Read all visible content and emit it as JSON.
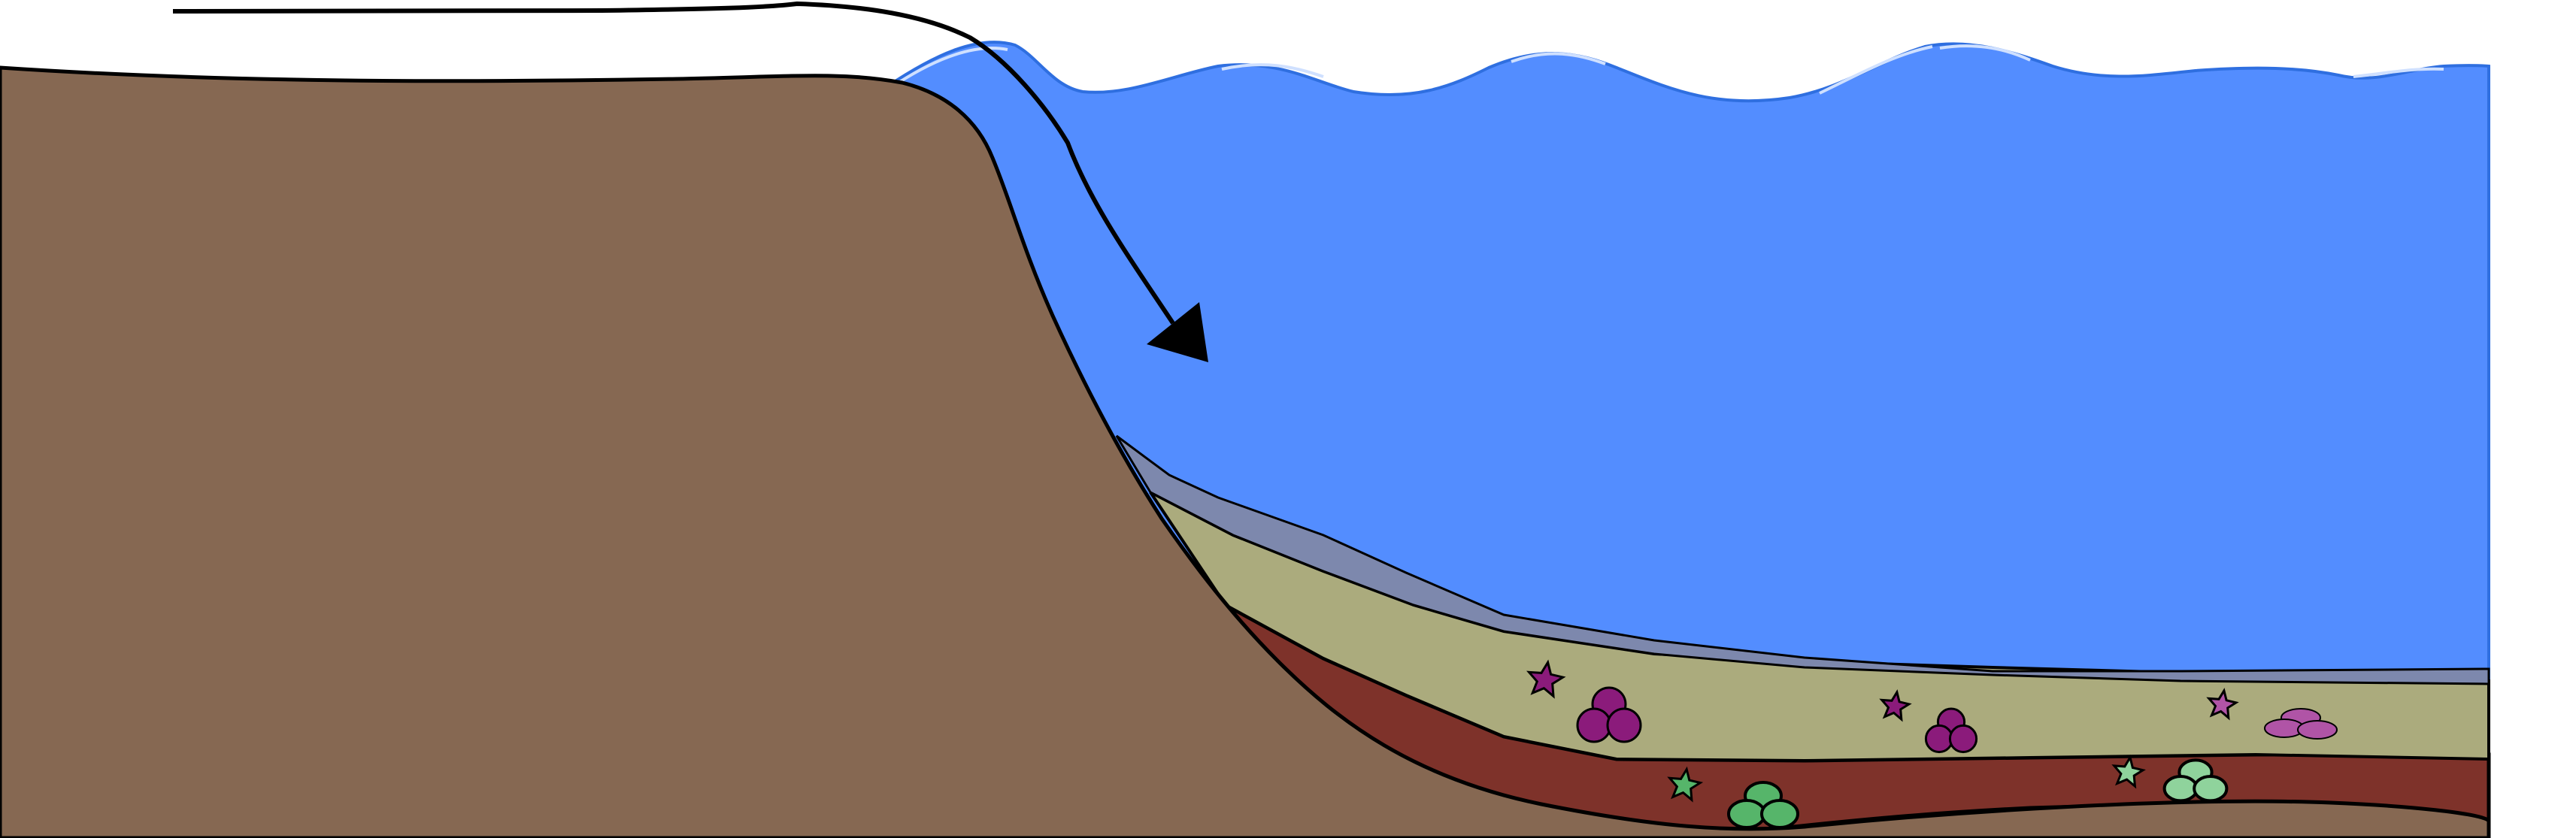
{
  "diagram": {
    "colors": {
      "background": "#ffffff",
      "water": "#538dff",
      "water_highlight": "#a8c8ff",
      "water_edge": "#2f6fe0",
      "land": "#866852",
      "top_sediment": "#7d88ad",
      "middle_layer": "#abab7d",
      "bottom_layer": "#7e322a",
      "outline": "#000000",
      "fossil_purple": "#8b1b7b",
      "fossil_purple_light": "#b054a6",
      "fossil_green": "#56b56a",
      "fossil_green_light": "#8fd39c"
    },
    "elements": [
      "sediment-arrow",
      "ocean-water",
      "continental-land",
      "top-sediment-layer",
      "middle-sediment-layer",
      "bottom-sediment-layer",
      "starfish-fossil",
      "cluster-fossil"
    ],
    "fossils": {
      "middle_layer": [
        {
          "kind": "star",
          "color": "fossil_purple"
        },
        {
          "kind": "cluster",
          "color": "fossil_purple"
        },
        {
          "kind": "star",
          "color": "fossil_purple"
        },
        {
          "kind": "cluster",
          "color": "fossil_purple"
        },
        {
          "kind": "star",
          "color": "fossil_purple_light"
        },
        {
          "kind": "flat_cluster",
          "color": "fossil_purple_light"
        }
      ],
      "bottom_layer": [
        {
          "kind": "star",
          "color": "fossil_green"
        },
        {
          "kind": "cluster",
          "color": "fossil_green"
        },
        {
          "kind": "star",
          "color": "fossil_green_light"
        },
        {
          "kind": "cluster",
          "color": "fossil_green_light"
        }
      ]
    }
  }
}
